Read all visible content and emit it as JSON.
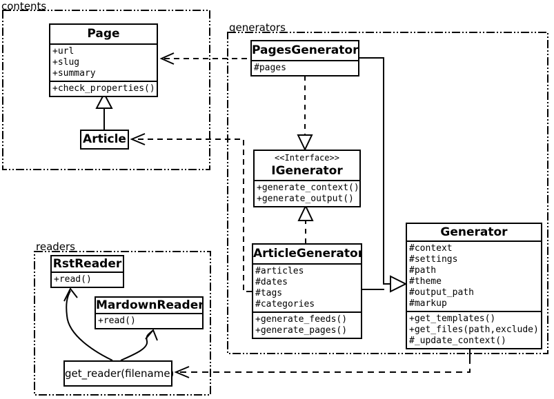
{
  "packages": {
    "contents": {
      "label": "contents"
    },
    "generators": {
      "label": "generators"
    },
    "readers": {
      "label": "readers"
    }
  },
  "classes": {
    "page": {
      "title": "Page",
      "attrs": [
        "+url",
        "+slug",
        "+summary"
      ],
      "methods": [
        "+check_properties()"
      ]
    },
    "article": {
      "title": "Article"
    },
    "pages_generator": {
      "title": "PagesGenerator",
      "attrs": [
        "#pages"
      ]
    },
    "igenerator": {
      "stereotype": "<<Interface>>",
      "title": "IGenerator",
      "methods": [
        "+generate_context()",
        "+generate_output()"
      ]
    },
    "article_generator": {
      "title": "ArticleGenerator",
      "attrs": [
        "#articles",
        "#dates",
        "#tags",
        "#categories"
      ],
      "methods": [
        "+generate_feeds()",
        "+generate_pages()"
      ]
    },
    "generator": {
      "title": "Generator",
      "attrs": [
        "#context",
        "#settings",
        "#path",
        "#theme",
        "#output_path",
        "#markup"
      ],
      "methods": [
        "+get_templates()",
        "+get_files(path,exclude)",
        "#_update_context()"
      ]
    },
    "rst_reader": {
      "title": "RstReader",
      "methods": [
        "+read()"
      ]
    },
    "markdown_reader": {
      "title": "MardownReader",
      "methods": [
        "+read()"
      ]
    },
    "get_reader": {
      "label": "get_reader(filename)"
    }
  },
  "relations": [
    {
      "from": "Article",
      "to": "Page",
      "type": "generalization"
    },
    {
      "from": "PagesGenerator",
      "to": "Page",
      "type": "dependency"
    },
    {
      "from": "ArticleGenerator",
      "to": "Article",
      "type": "dependency"
    },
    {
      "from": "PagesGenerator",
      "to": "IGenerator",
      "type": "realization"
    },
    {
      "from": "ArticleGenerator",
      "to": "IGenerator",
      "type": "realization"
    },
    {
      "from": "PagesGenerator",
      "to": "Generator",
      "type": "generalization"
    },
    {
      "from": "ArticleGenerator",
      "to": "Generator",
      "type": "generalization"
    },
    {
      "from": "Generator",
      "to": "get_reader(filename)",
      "type": "dependency"
    },
    {
      "from": "get_reader(filename)",
      "to": "RstReader",
      "type": "arrow"
    },
    {
      "from": "get_reader(filename)",
      "to": "MardownReader",
      "type": "arrow"
    }
  ],
  "colors": {
    "stroke": "#000000",
    "background": "#ffffff"
  }
}
